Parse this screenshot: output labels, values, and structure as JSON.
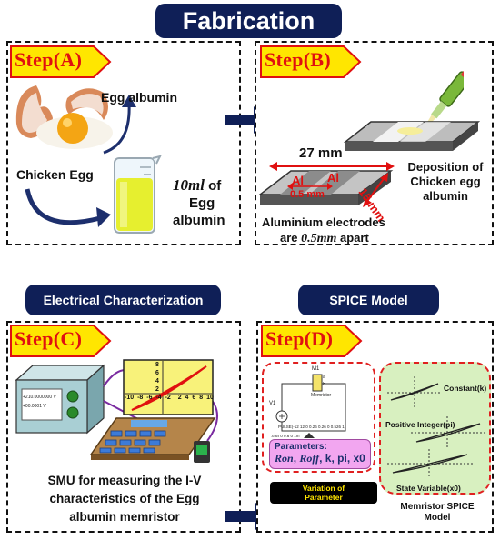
{
  "header": {
    "title": "Fabrication"
  },
  "colors": {
    "navy": "#0f1f57",
    "step_fill": "#ffe600",
    "step_text": "#e01010",
    "dash_red": "#e02020",
    "pink": "#f2a6f0",
    "green_panel": "#d8f0c0"
  },
  "step_a": {
    "label": "Step(A)",
    "egg_albumin": "Egg albumin",
    "chicken_egg": "Chicken Egg",
    "volume_value": "10ml",
    "volume_of": " of",
    "volume_line2": "Egg",
    "volume_line3": "albumin"
  },
  "step_b": {
    "label": "Step(B)",
    "length": "27 mm",
    "width": "15 mm",
    "gap": "0.5 mm",
    "electrode_left": "Al",
    "electrode_right": "Al",
    "deposition_line1": "Deposition of",
    "deposition_line2": "Chicken egg",
    "deposition_line3": "albumin",
    "electrodes_line1": "Aluminium electrodes",
    "electrodes_line2_prefix": "are ",
    "electrodes_line2_value": "0.5mm",
    "electrodes_line2_suffix": " apart"
  },
  "step_c": {
    "section_title": "Electrical Characterization",
    "label": "Step(C)",
    "smu_readout1": "+210.0000000 V",
    "smu_readout2": "+00.0001 V",
    "axis_x_ticks": [
      "-10",
      "-8",
      "-6",
      "-4",
      "-2",
      "",
      "2",
      "4",
      "6",
      "8",
      "10"
    ],
    "axis_y_ticks": [
      "8",
      "6",
      "4",
      "2"
    ],
    "caption_line1": "SMU for measuring the I-V",
    "caption_line2": "characteristics of the Egg",
    "caption_line3": "albumin memristor"
  },
  "step_d": {
    "section_title": "SPICE Model",
    "label": "Step(D)",
    "component_m1": "M1",
    "memristor_label": "Memristor",
    "pin_a": "a",
    "pin_b": "b",
    "source_v1": "V1",
    "pulse_text": "PULSE(-12 12 0 0.26 0.26 0 0.526 1)",
    "tran_text": ".tran 0 0.6 0 1m",
    "params_title": "Parameters:",
    "params_ron": "Ron",
    "params_roff": "Roff",
    "params_rest": ", k, pi, x0",
    "variation_line1": "Variation of",
    "variation_line2": "Parameter",
    "state_constant": "Constant(k)",
    "state_positive": "Positive Integer(pi)",
    "state_variable": "State Variable(x0)",
    "model_line1": "Memristor SPICE",
    "model_line2": "Model"
  }
}
